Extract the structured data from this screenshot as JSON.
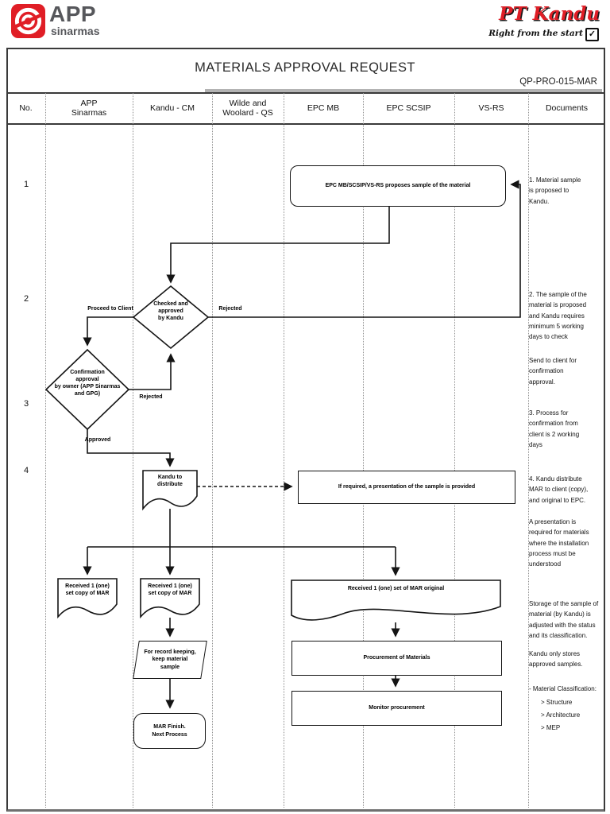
{
  "colors": {
    "brand_red": "#e01e26",
    "ink": "#141414",
    "border_gray": "#6f6f6f"
  },
  "brand": {
    "app_name": "APP",
    "app_sub": "sinarmas",
    "kandu_name": "PT Kandu",
    "kandu_tagline": "Right from the start",
    "kandu_check": "✓"
  },
  "doc": {
    "title": "MATERIALS APPROVAL REQUEST",
    "code": "QP-PRO-015-MAR"
  },
  "columns": [
    "No.",
    "APP\nSinarmas",
    "Kandu - CM",
    "Wilde and\nWoolard - QS",
    "EPC MB",
    "EPC SCSIP",
    "VS-RS",
    "Documents"
  ],
  "row_numbers": [
    "1",
    "2",
    "3",
    "4"
  ],
  "flow": {
    "propose_box": "EPC MB/SCSIP/VS-RS proposes sample of the material",
    "checked_diamond": "Checked and\napproved\nby Kandu",
    "confirm_diamond": "Confirmation\napproval\nby owner (APP Sinarmas\nand GPG)",
    "label_proceed": "Proceed to Client",
    "label_rejected_top": "Rejected",
    "label_rejected_mid": "Rejected",
    "label_approved": "Approved",
    "distribute_doc": "Kandu to\ndistribute",
    "presentation_box": "If required, a presentation of the sample is provided",
    "received_copy_app": "Received 1 (one)\nset copy of MAR",
    "received_copy_kandu": "Received 1 (one)\nset copy of MAR",
    "received_original": "Received 1 (one) set of MAR original",
    "record_keeping": "For record keeping,\nkeep material\nsample",
    "finish_box": "MAR Finish.\nNext Process",
    "procurement_box": "Procurement of Materials",
    "monitor_box": "Monitor procurement"
  },
  "notes": [
    "1. Material sample\nis proposed to\nKandu.",
    "2. The sample of the\nmaterial is proposed\nand Kandu requires\nminimum 5 working\ndays to check",
    "Send to client for\nconfirmation\napproval.",
    "3. Process for\nconfirmation from\nclient is 2 working\ndays",
    "4. Kandu distribute\nMAR to client (copy),\nand original to EPC.",
    "A presentation is\nrequired for materials\nwhere the installation\nprocess must be\nunderstood",
    "Storage of the sample of\nmaterial (by Kandu) is\nadjusted with the status\nand its classification.",
    "Kandu only stores\napproved samples.",
    "- Material Classification:",
    "> Structure",
    "> Architecture",
    "> MEP"
  ]
}
